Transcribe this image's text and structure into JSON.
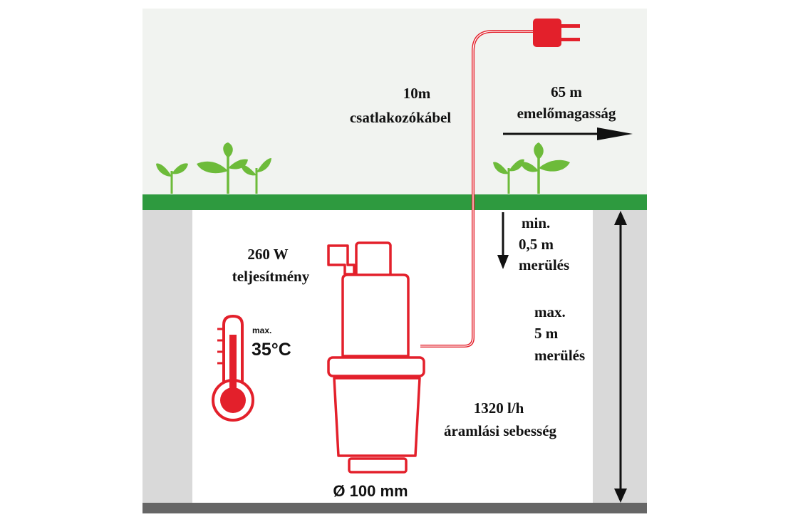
{
  "colors": {
    "sky": "#f1f3f0",
    "grass": "#2e9a3f",
    "well_side": "#d9d9d9",
    "well_inner": "#ffffff",
    "floor": "#666666",
    "accent_red": "#e3202b",
    "plant": "#6dbb3a",
    "text": "#111111"
  },
  "icons": {
    "plug": "plug-icon",
    "thermometer": "thermometer-icon",
    "plant": "plant-icon",
    "pump": "pump-icon",
    "arrow": "arrow-icon"
  },
  "labels": {
    "cable_length": "10m",
    "cable_name": "csatlakozókábel",
    "lift_value": "65 m",
    "lift_name": "emelőmagasság",
    "min_depth_1": "min.",
    "min_depth_2": "0,5 m",
    "min_depth_3": "merülés",
    "power_value": "260 W",
    "power_name": "teljesítmény",
    "max_depth_1": "max.",
    "max_depth_2": "5 m",
    "max_depth_3": "merülés",
    "temp_max": "max.",
    "temp_value": "35°C",
    "flow_value": "1320 l/h",
    "flow_name": "áramlási sebesség",
    "diameter": "Ø 100 mm"
  }
}
